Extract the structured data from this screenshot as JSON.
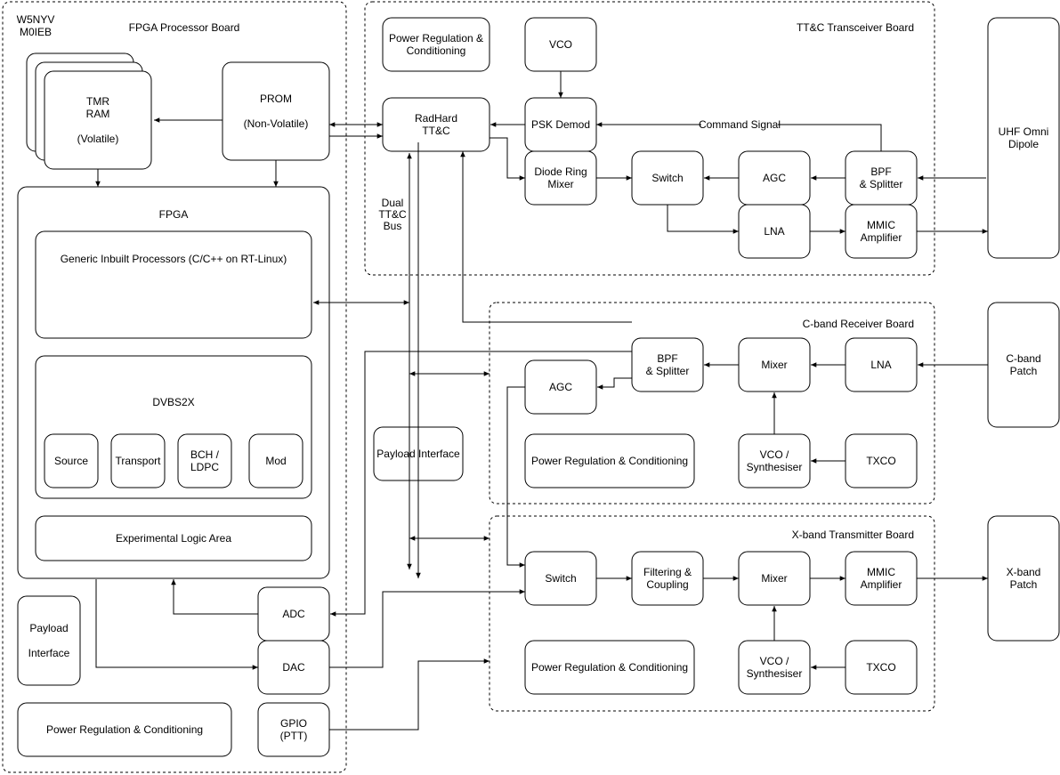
{
  "callsign": [
    "W5NYV",
    "M0IEB"
  ],
  "boards": {
    "fpga_processor": "FPGA Processor Board",
    "ttc_transceiver": "TT&C Transceiver Board",
    "cband_receiver": "C-band Receiver Board",
    "xband_transmitter": "X-band Transmitter Board"
  },
  "blocks": {
    "tmr_ram": [
      "TMR",
      "RAM",
      "",
      "(Volatile)"
    ],
    "prom": [
      "PROM",
      "",
      "(Non-Volatile)"
    ],
    "fpga": [
      "FPGA"
    ],
    "generic_processors": [
      "Generic Inbuilt Processors (C/C++ on RT-Linux)"
    ],
    "dvbs2x": [
      "DVBS2X"
    ],
    "source": [
      "Source"
    ],
    "transport": [
      "Transport"
    ],
    "bch_ldpc": [
      "BCH /",
      "LDPC"
    ],
    "mod": [
      "Mod"
    ],
    "experimental_logic": [
      "Experimental Logic Area"
    ],
    "payload_interface_fpga": [
      "Payload",
      "",
      "Interface"
    ],
    "power_fpga": [
      "Power Regulation & Conditioning"
    ],
    "adc": [
      "ADC"
    ],
    "dac": [
      "DAC"
    ],
    "gpio": [
      "GPIO",
      "(PTT)"
    ],
    "payload_interface_center": [
      "Payload Interface"
    ],
    "power_ttc": [
      "Power Regulation &",
      "Conditioning"
    ],
    "radhard_ttc": [
      "RadHard",
      "TT&C"
    ],
    "vco_ttc": [
      "VCO"
    ],
    "psk_demod": [
      "PSK Demod"
    ],
    "diode_ring_mixer": [
      "Diode Ring",
      "Mixer"
    ],
    "switch_ttc": [
      "Switch"
    ],
    "agc_ttc": [
      "AGC"
    ],
    "bpf_splitter_ttc": [
      "BPF",
      "& Splitter"
    ],
    "lna_ttc": [
      "LNA"
    ],
    "mmic_ttc": [
      "MMIC",
      "Amplifier"
    ],
    "uhf_dipole": [
      "UHF Omni",
      "Dipole"
    ],
    "bpf_splitter_c": [
      "BPF",
      "& Splitter"
    ],
    "agc_c": [
      "AGC"
    ],
    "mixer_c": [
      "Mixer"
    ],
    "lna_c": [
      "LNA"
    ],
    "cband_patch": [
      "C-band",
      "Patch"
    ],
    "power_c": [
      "Power Regulation & Conditioning"
    ],
    "vco_synth_c": [
      "VCO /",
      "Synthesiser"
    ],
    "txco_c": [
      "TXCO"
    ],
    "switch_x": [
      "Switch"
    ],
    "filtering_coupling": [
      "Filtering &",
      "Coupling"
    ],
    "mixer_x": [
      "Mixer"
    ],
    "mmic_x": [
      "MMIC",
      "Amplifier"
    ],
    "xband_patch": [
      "X-band",
      "Patch"
    ],
    "power_x": [
      "Power Regulation & Conditioning"
    ],
    "vco_synth_x": [
      "VCO /",
      "Synthesiser"
    ],
    "txco_x": [
      "TXCO"
    ]
  },
  "labels": {
    "command_signal": "Command Signal",
    "dual_bus": [
      "Dual",
      "TT&C",
      "Bus"
    ]
  }
}
